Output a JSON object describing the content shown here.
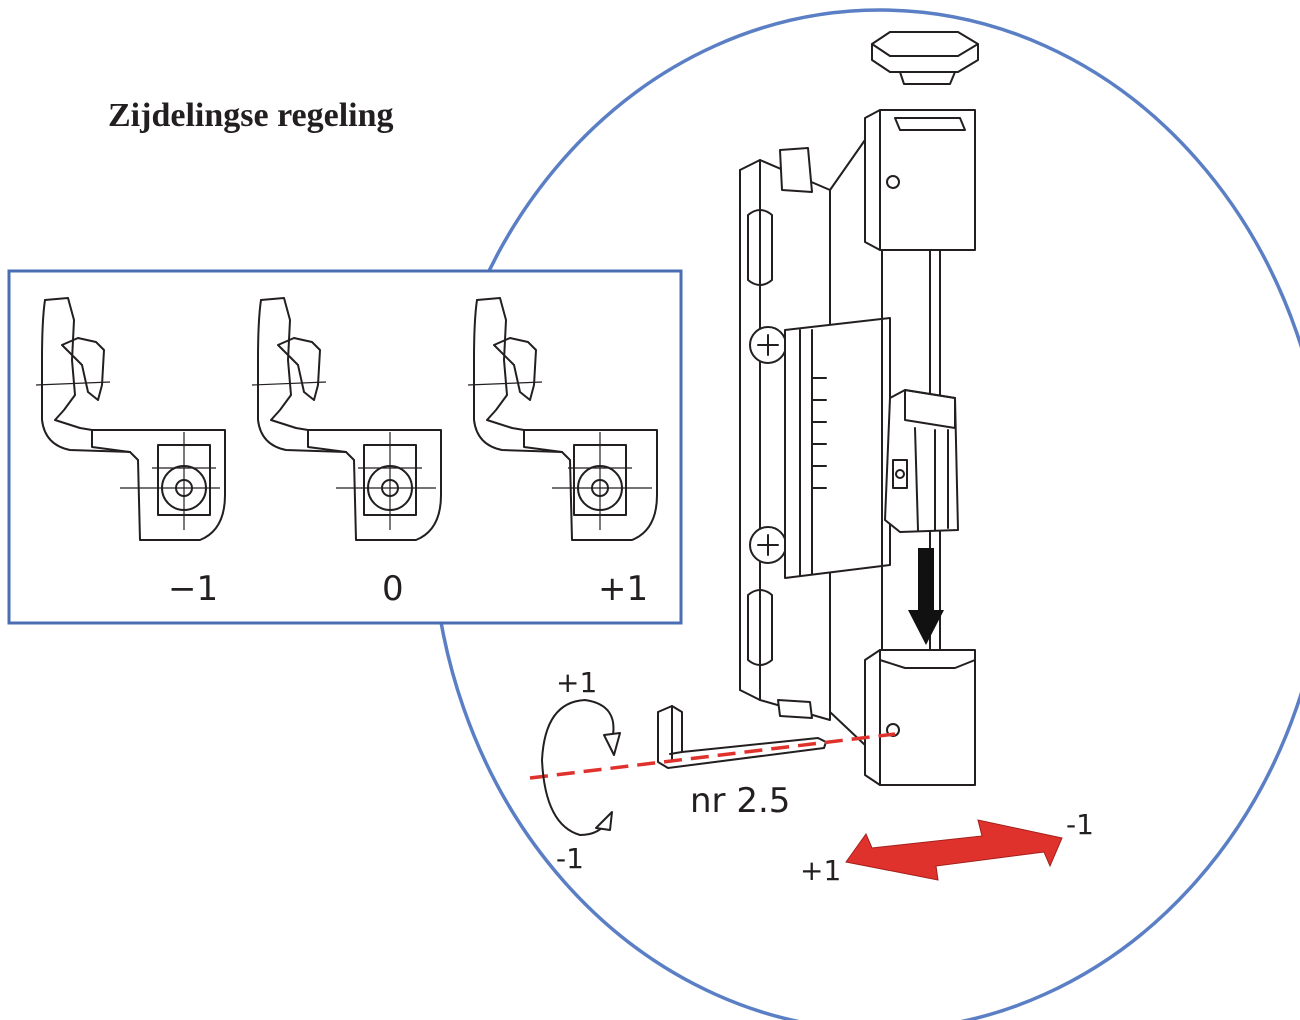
{
  "title": "Zijdelingse regeling",
  "inset": {
    "positions": [
      {
        "label": "−1"
      },
      {
        "label": "0"
      },
      {
        "label": "+1"
      }
    ]
  },
  "rotation": {
    "plus_label": "+1",
    "minus_label": "-1"
  },
  "tool": {
    "label": "nr 2.5"
  },
  "lateral_arrow": {
    "plus_label": "+1",
    "minus_label": "-1",
    "color": "#e0322c"
  },
  "colors": {
    "circle_outline": "#5b7fc4",
    "inset_border": "#4a6db4",
    "dashed_axis": "#e0322c",
    "line_art": "#231f20"
  }
}
